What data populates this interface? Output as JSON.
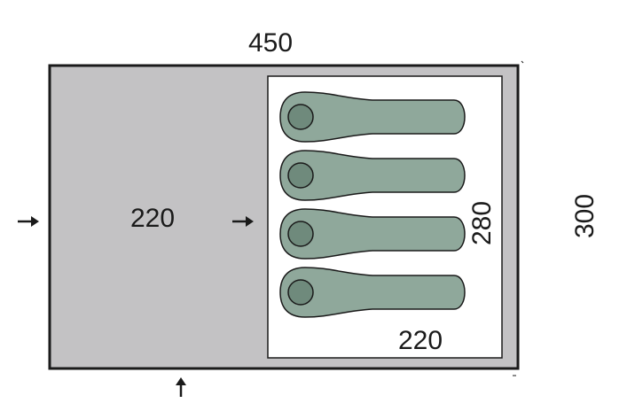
{
  "diagram": {
    "overall_width": "450",
    "overall_depth": "300",
    "porch_depth": "220",
    "bedroom_width": "280",
    "bedroom_depth": "220",
    "sleeping_places": 4,
    "colors": {
      "outline": "#1a1a1a",
      "porch_fill": "#c3c2c4",
      "bedroom_fill": "#ffffff",
      "bag_fill": "#8fa89b",
      "bag_head_fill": "#6f8a7c"
    },
    "icons": {
      "entrance_arrow_left": "arrow-right-icon",
      "entrance_arrow_inner": "arrow-right-icon",
      "entrance_arrow_bottom": "arrow-up-icon"
    }
  }
}
